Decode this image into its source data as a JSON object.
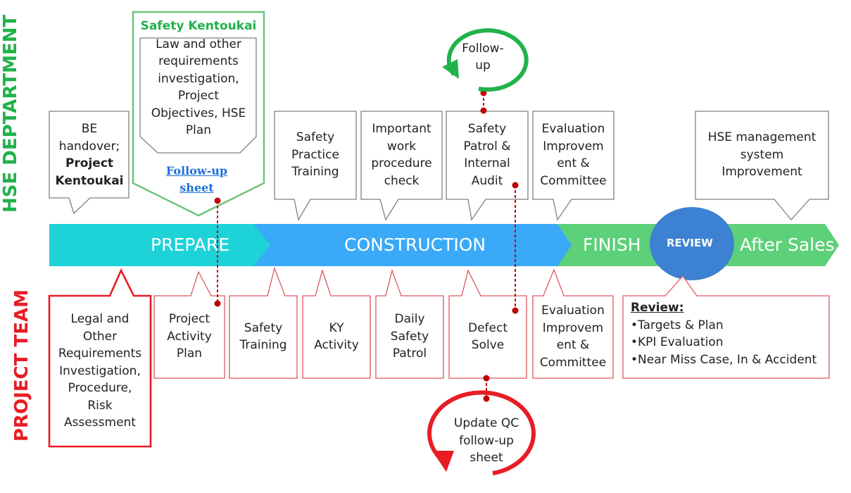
{
  "lanes": {
    "hse": "HSE DEPTARTMENT",
    "project": "PROJECT TEAM"
  },
  "stages": {
    "prepare": "PREPARE",
    "construction": "CONSTRUCTION",
    "finish": "FINISH",
    "review": "REVIEW",
    "after_sales": "After Sales"
  },
  "hse_items": {
    "be_handover": {
      "line1": "BE",
      "line2": "handover;",
      "line3": "Project",
      "line4": "Kentoukai"
    },
    "safety_kentoukai": {
      "title": "Safety Kentoukai",
      "lines": [
        "Law and other",
        "requirements",
        "investigation,",
        "Project",
        "Objectives, HSE",
        "Plan"
      ],
      "link_line1": "Follow-up",
      "link_line2": "sheet"
    },
    "safety_practice": [
      "Safety",
      "Practice",
      "Training"
    ],
    "important_work": [
      "Important",
      "work",
      "procedure",
      "check"
    ],
    "safety_patrol": [
      "Safety",
      "Patrol &",
      "Internal",
      "Audit"
    ],
    "evaluation": [
      "Evaluation",
      "Improvem",
      "ent &",
      "Committee"
    ],
    "hse_mgmt": [
      "HSE management",
      "system",
      "Improvement"
    ],
    "follow_up_loop": [
      "Follow-",
      "up"
    ]
  },
  "team_items": {
    "legal": [
      "Legal and",
      "Other",
      "Requirements",
      "Investigation,",
      "Procedure,",
      "Risk",
      "Assessment"
    ],
    "activity_plan": [
      "Project",
      "Activity",
      "Plan"
    ],
    "safety_training": [
      "Safety",
      "Training"
    ],
    "ky_activity": [
      "KY",
      "Activity"
    ],
    "daily_patrol": [
      "Daily",
      "Safety",
      "Patrol"
    ],
    "defect": [
      "Defect",
      "Solve"
    ],
    "evaluation": [
      "Evaluation",
      "Improvem",
      "ent &",
      "Committee"
    ],
    "review": {
      "title": "Review:",
      "items": [
        "•Targets & Plan",
        "•KPI Evaluation",
        "•Near Miss Case, In & Accident"
      ]
    },
    "update_qc_loop": [
      "Update QC",
      "follow-up",
      "sheet"
    ]
  },
  "colors": {
    "green": "#21b24b",
    "red": "#e81c24",
    "prepare": "#1ed3d8",
    "construction": "#3aa9f7",
    "finish": "#5dd07a",
    "review_circle": "#3d82d2",
    "dot": "#c00000"
  }
}
